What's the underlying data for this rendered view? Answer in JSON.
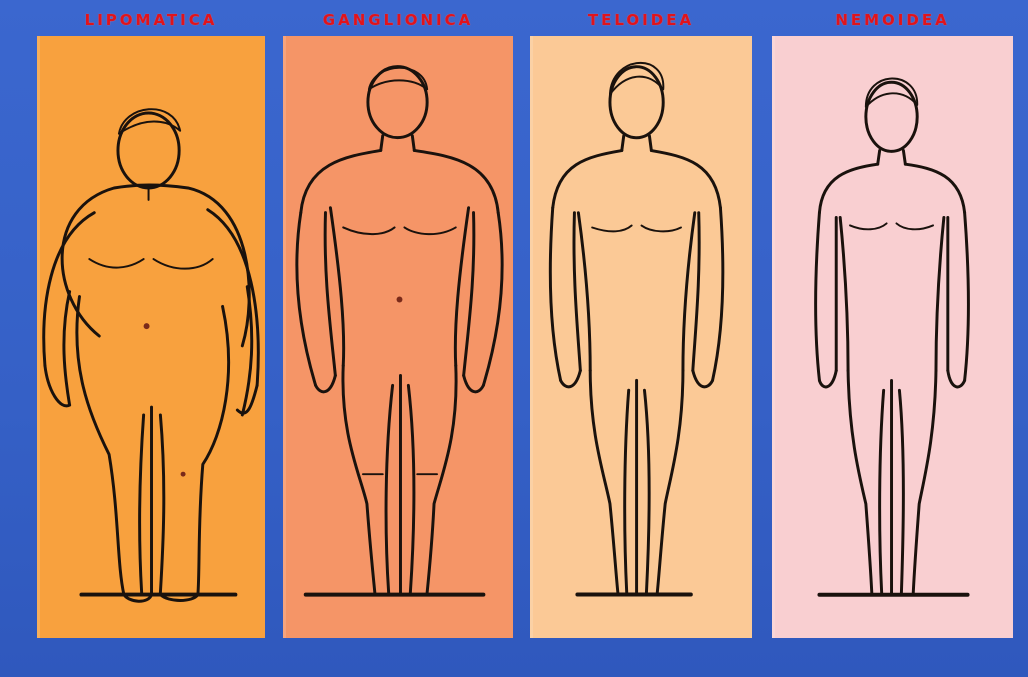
{
  "panels": [
    {
      "label": "LIPOMATICA",
      "color": "#f8a13e",
      "body_type": "obese"
    },
    {
      "label": "GANGLIONICA",
      "color": "#f59567",
      "body_type": "muscular"
    },
    {
      "label": "TELOIDEA",
      "color": "#fbc996",
      "body_type": "average"
    },
    {
      "label": "NEMOIDEA",
      "color": "#f9cfd1",
      "body_type": "slender"
    }
  ],
  "colors": {
    "background": "#3a63c8",
    "label_text": "#e0141c",
    "outline": "#1a120d"
  }
}
